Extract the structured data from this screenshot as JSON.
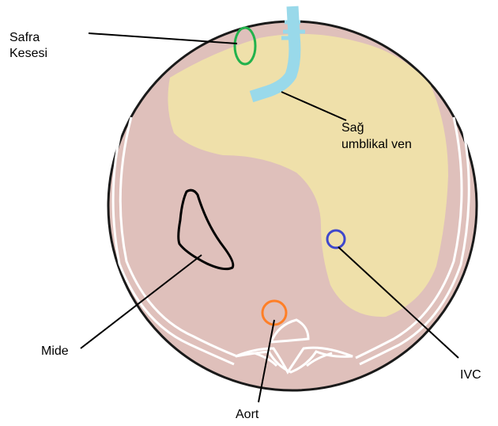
{
  "labels": {
    "gallbladder_line1": "Safra",
    "gallbladder_line2": "Kesesi",
    "umbilical_line1": "Sağ",
    "umbilical_line2": "umblikal ven",
    "stomach": "Mide",
    "aorta": "Aort",
    "ivc": "IVC"
  },
  "colors": {
    "background": "#ffffff",
    "body_fill": "#dfc0bb",
    "body_outline": "#1a1a1a",
    "liver": "#efe0aa",
    "gallbladder": "#22b24c",
    "umbilical_vein": "#99d9ea",
    "ivc": "#3f48cc",
    "aorta": "#ff7f27",
    "stomach": "#000000",
    "bone": "#ffffff",
    "leader_line": "#000000"
  }
}
